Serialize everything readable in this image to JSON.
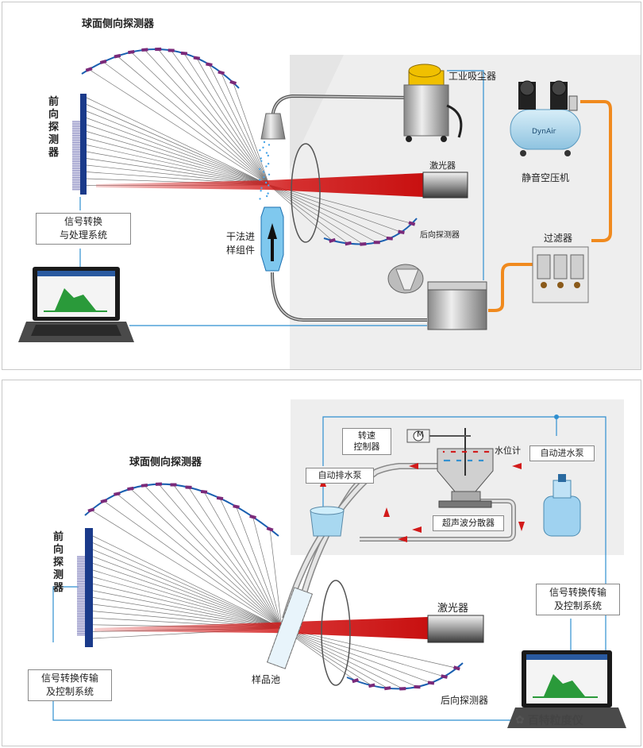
{
  "top": {
    "sphere_label": "球面侧向探测器",
    "forward_label": "前向探测器",
    "vacuum_label": "工业吸尘器",
    "compressor_label": "静音空压机",
    "compressor_brand": "DynAir",
    "laser_label": "激光器",
    "back_label": "后向探测器",
    "dry_label": "干法进\n样组件",
    "signal_label": "信号转换\n与处理系统",
    "filter_label": "过滤器"
  },
  "bottom": {
    "sphere_label": "球面侧向探测器",
    "forward_label": "前向探测器",
    "speed_label": "转速\n控制器",
    "motor_symbol": "M",
    "level_label": "水位计",
    "auto_in_label": "自动进水泵",
    "auto_out_label": "自动排水泵",
    "ultra_label": "超声波分散器",
    "laser_label": "激光器",
    "signal_right_label": "信号转换传输\n及控制系统",
    "signal_left_label": "信号转换传输\n及控制系统",
    "cell_label": "样品池",
    "back_label": "后向探测器",
    "watermark": "百特粒度仪"
  },
  "colors": {
    "beam": "#d21a1a",
    "detector": "#7a2a7a",
    "pipe_orange": "#f08a1e",
    "pipe_blue": "#2f8fd0",
    "gray_zone": "#eeeeee"
  }
}
